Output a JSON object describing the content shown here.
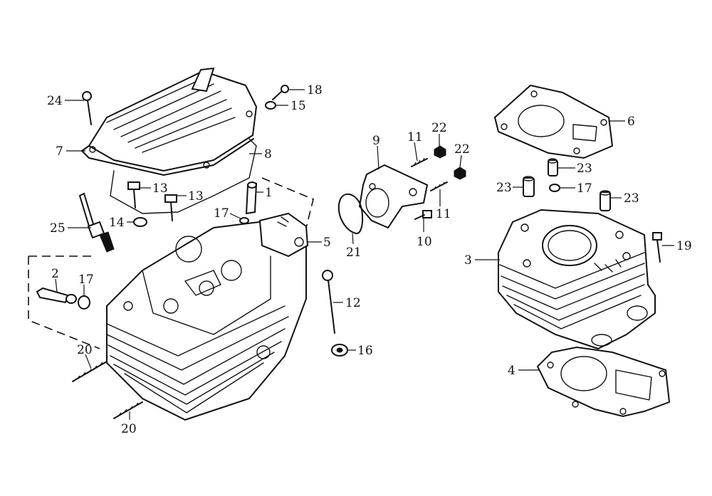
{
  "callouts": [
    {
      "label": "24"
    },
    {
      "label": "18"
    },
    {
      "label": "15"
    },
    {
      "label": "7"
    },
    {
      "label": "8"
    },
    {
      "label": "13"
    },
    {
      "label": "13"
    },
    {
      "label": "1"
    },
    {
      "label": "25"
    },
    {
      "label": "14"
    },
    {
      "label": "17"
    },
    {
      "label": "5"
    },
    {
      "label": "2"
    },
    {
      "label": "17"
    },
    {
      "label": "20"
    },
    {
      "label": "20"
    },
    {
      "label": "9"
    },
    {
      "label": "11"
    },
    {
      "label": "22"
    },
    {
      "label": "22"
    },
    {
      "label": "11"
    },
    {
      "label": "10"
    },
    {
      "label": "21"
    },
    {
      "label": "12"
    },
    {
      "label": "16"
    },
    {
      "label": "6"
    },
    {
      "label": "23"
    },
    {
      "label": "23"
    },
    {
      "label": "17"
    },
    {
      "label": "23"
    },
    {
      "label": "19"
    },
    {
      "label": "3"
    },
    {
      "label": "4"
    }
  ]
}
